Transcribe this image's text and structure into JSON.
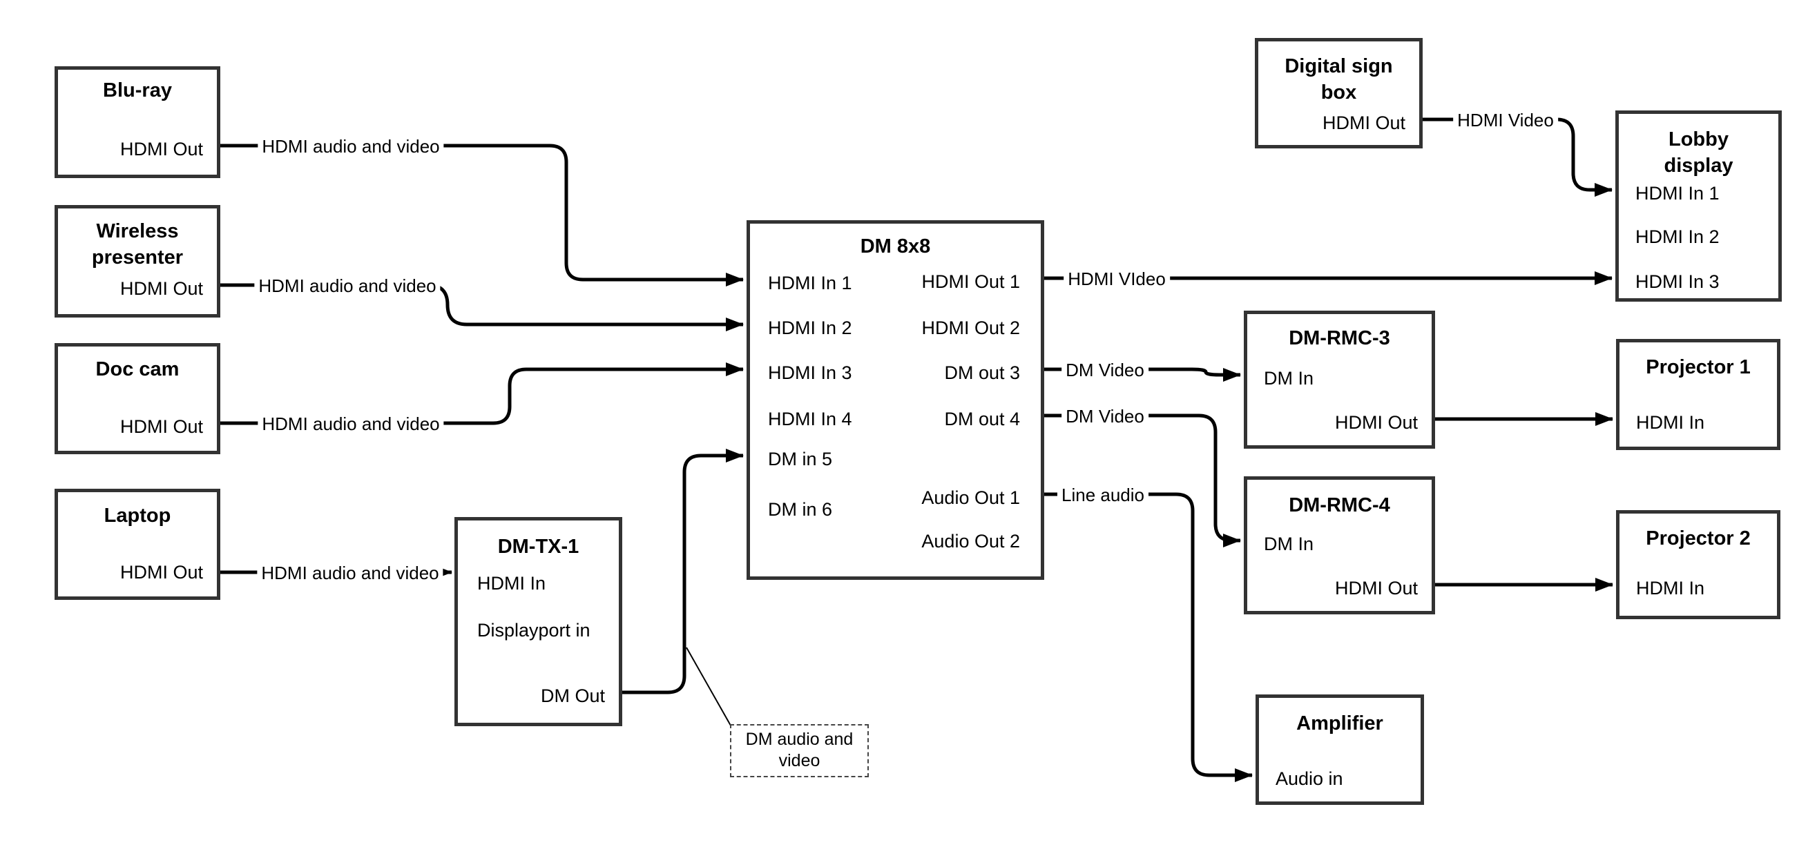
{
  "nodes": {
    "bluray": {
      "title": "Blu-ray",
      "ports": [
        {
          "label": "HDMI Out"
        }
      ]
    },
    "wireless": {
      "title": "Wireless presenter",
      "ports": [
        {
          "label": "HDMI Out"
        }
      ]
    },
    "doccam": {
      "title": "Doc cam",
      "ports": [
        {
          "label": "HDMI Out"
        }
      ]
    },
    "laptop": {
      "title": "Laptop",
      "ports": [
        {
          "label": "HDMI Out"
        }
      ]
    },
    "dmtx1": {
      "title": "DM-TX-1",
      "ports": [
        {
          "label": "HDMI In"
        },
        {
          "label": "Displayport in"
        },
        {
          "label": "DM Out"
        }
      ]
    },
    "dm8x8": {
      "title": "DM 8x8",
      "ports": [
        {
          "label": "HDMI In 1"
        },
        {
          "label": "HDMI In 2"
        },
        {
          "label": "HDMI In 3"
        },
        {
          "label": "HDMI In 4"
        },
        {
          "label": "DM in 5"
        },
        {
          "label": "DM in 6"
        },
        {
          "label": "HDMI Out 1"
        },
        {
          "label": "HDMI Out 2"
        },
        {
          "label": "DM out 3"
        },
        {
          "label": "DM out 4"
        },
        {
          "label": "Audio Out 1"
        },
        {
          "label": "Audio Out 2"
        }
      ]
    },
    "digisign": {
      "title": "Digital sign box",
      "ports": [
        {
          "label": "HDMI Out"
        }
      ]
    },
    "lobby": {
      "title": "Lobby display",
      "ports": [
        {
          "label": "HDMI In 1"
        },
        {
          "label": "HDMI In 2"
        },
        {
          "label": "HDMI In 3"
        }
      ]
    },
    "rmc3": {
      "title": "DM-RMC-3",
      "ports": [
        {
          "label": "DM In"
        },
        {
          "label": "HDMI Out"
        }
      ]
    },
    "proj1": {
      "title": "Projector 1",
      "ports": [
        {
          "label": "HDMI In"
        }
      ]
    },
    "rmc4": {
      "title": "DM-RMC-4",
      "ports": [
        {
          "label": "DM In"
        },
        {
          "label": "HDMI Out"
        }
      ]
    },
    "proj2": {
      "title": "Projector 2",
      "ports": [
        {
          "label": "HDMI In"
        }
      ]
    },
    "amplifier": {
      "title": "Amplifier",
      "ports": [
        {
          "label": "Audio in"
        }
      ]
    }
  },
  "connections": [
    {
      "from": "Blu-ray HDMI Out",
      "to": "DM 8x8 HDMI In 1",
      "label": "HDMI audio and video"
    },
    {
      "from": "Wireless presenter HDMI Out",
      "to": "DM 8x8 HDMI In 2",
      "label": "HDMI audio and video"
    },
    {
      "from": "Doc cam HDMI Out",
      "to": "DM 8x8 HDMI In 3",
      "label": "HDMI audio and video"
    },
    {
      "from": "Laptop HDMI Out",
      "to": "DM-TX-1 HDMI In",
      "label": "HDMI audio and video"
    },
    {
      "from": "DM-TX-1 DM Out",
      "to": "DM 8x8 DM in 5",
      "label": ""
    },
    {
      "from": "DM 8x8 HDMI Out 1",
      "to": "Lobby display HDMI In 3",
      "label": "HDMI VIdeo"
    },
    {
      "from": "DM 8x8 DM out 3",
      "to": "DM-RMC-3 DM In",
      "label": "DM Video"
    },
    {
      "from": "DM 8x8 DM out 4",
      "to": "DM-RMC-4 DM In",
      "label": "DM Video"
    },
    {
      "from": "DM 8x8 Audio Out 1",
      "to": "Amplifier Audio in",
      "label": "Line audio"
    },
    {
      "from": "Digital sign box HDMI Out",
      "to": "Lobby display HDMI In 1",
      "label": "HDMI Video"
    },
    {
      "from": "DM-RMC-3 HDMI Out",
      "to": "Projector 1 HDMI In",
      "label": ""
    },
    {
      "from": "DM-RMC-4 HDMI Out",
      "to": "Projector 2 HDMI In",
      "label": ""
    }
  ],
  "annotation": {
    "text": "DM audio and video"
  },
  "colors": {
    "line": "#000000",
    "box_border": "#333333",
    "background": "#ffffff"
  }
}
